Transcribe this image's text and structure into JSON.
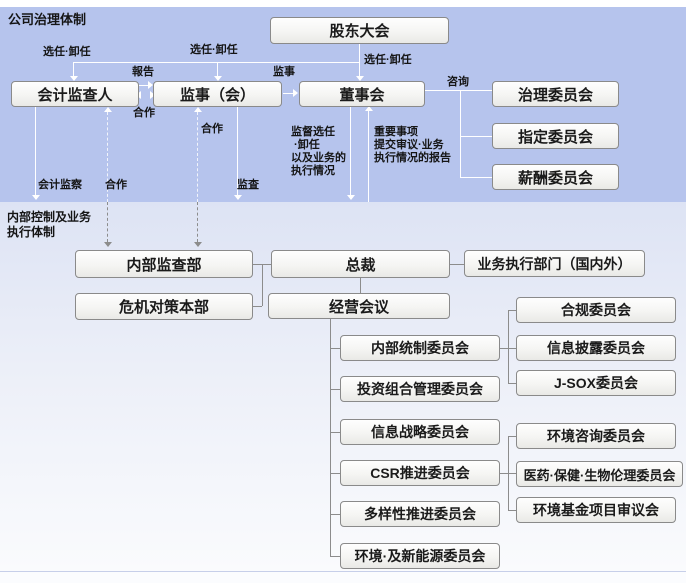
{
  "title": "公司治理体制",
  "section2_title_lines": [
    "内部控制及业务",
    "执行体制"
  ],
  "nodes": {
    "shareholders": "股东大会",
    "accounting_auditor": "会计监查人",
    "supervisors": "监事（会）",
    "board": "董事会",
    "governance_committee": "治理委员会",
    "nomination_committee": "指定委员会",
    "compensation_committee": "薪酬委员会",
    "internal_audit": "内部监查部",
    "president": "总裁",
    "business_exec": "业务执行部门（国内外）",
    "crisis_hq": "危机对策本部",
    "management_meeting": "经营会议",
    "internal_control": "内部统制委员会",
    "portfolio": "投资组合管理委员会",
    "info_strategy": "信息战略委员会",
    "csr": "CSR推进委员会",
    "diversity": "多样性推进委员会",
    "env_new_energy": "环境·及新能源委员会",
    "compliance": "合规委员会",
    "disclosure": "信息披露委员会",
    "jsox": "J-SOX委员会",
    "env_advisory": "环境咨询委员会",
    "bioethics": "医药·保健·生物伦理委员会",
    "env_fund": "环境基金项目审议会"
  },
  "labels": {
    "appoint_dismiss_1": "选任·卸任",
    "appoint_dismiss_2": "选任·卸任",
    "appoint_dismiss_3": "选任·卸任",
    "report": "報告",
    "supervisor": "监事",
    "consult": "咨询",
    "cooperation_1": "合作",
    "cooperation_2": "合作",
    "cooperation_3": "合作",
    "accounting_audit": "会计监察",
    "audit": "监査",
    "supervise_lines": [
      "监督选任",
      " ·卸任",
      "以及业务的",
      "执行情况"
    ],
    "important_lines": [
      "重要事项",
      "提交审议·业务",
      "执行情况的报告"
    ]
  },
  "colors": {
    "top_section_bg": "#b6c4ed",
    "bottom_section_bg_top": "#dde3f4",
    "bottom_section_bg_bottom": "#fafbfd",
    "box_border": "#8a8a8a",
    "box_fill": "#f0f0ee",
    "top_lines": "#ffffff",
    "bottom_lines": "#8c8c8c",
    "text": "#1a1a1a"
  }
}
